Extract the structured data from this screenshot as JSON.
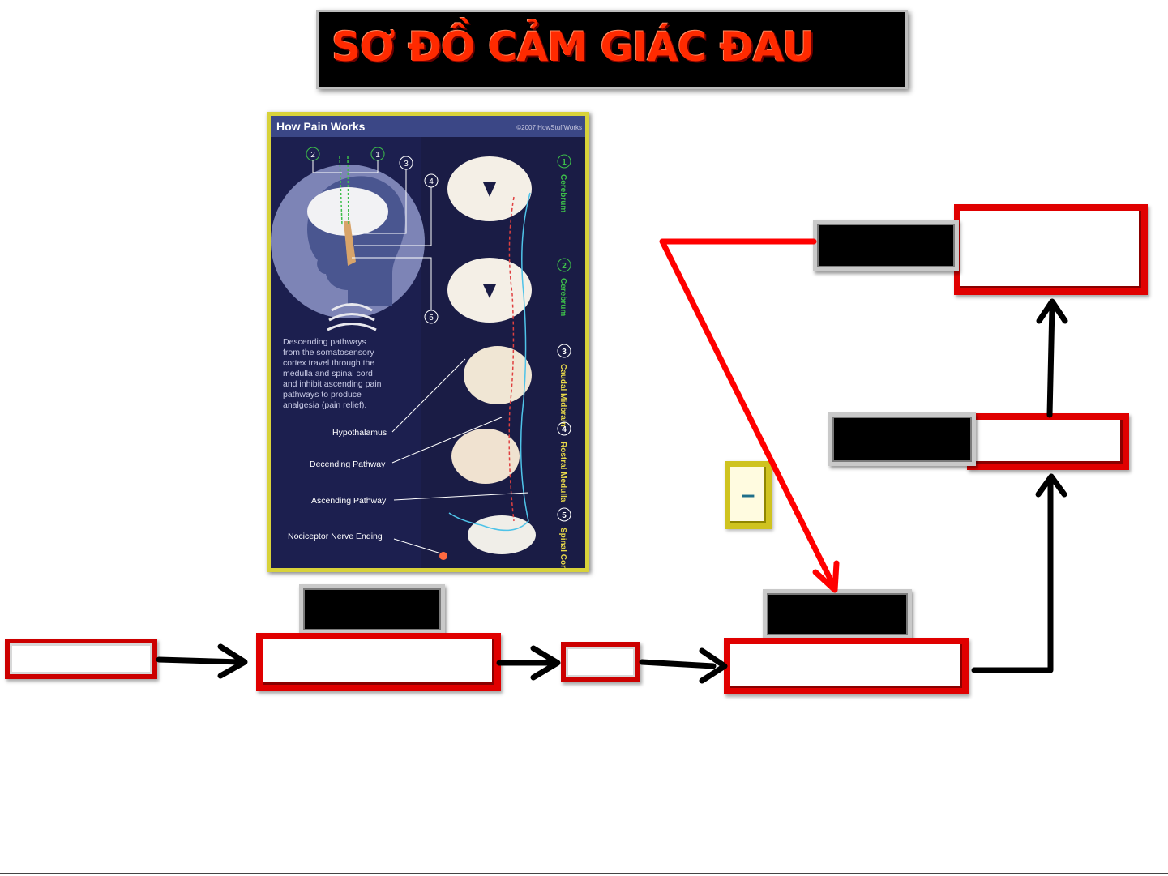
{
  "title": "SƠ ĐỒ CẢM GIÁC ĐAU",
  "illustration": {
    "header": "How Pain Works",
    "copyright": "©2007 HowStuffWorks",
    "stages": [
      {
        "num": "1",
        "label": "Cerebrum"
      },
      {
        "num": "2",
        "label": "Cerebrum"
      },
      {
        "num": "3",
        "label": "Caudal Midbrain"
      },
      {
        "num": "4",
        "label": "Rostral Medulla"
      },
      {
        "num": "5",
        "label": "Spinal Cord"
      }
    ],
    "head_markers": [
      "2",
      "1",
      "3",
      "4",
      "5"
    ],
    "description": [
      "Descending pathways",
      "from the somatosensory",
      "cortex travel through the",
      "medulla and spinal cord",
      "and inhibit ascending pain",
      "pathways to produce",
      "analgesia (pain relief)."
    ],
    "callouts": {
      "hypothalamus": "Hypothalamus",
      "descending": "Decending Pathway",
      "ascending": "Ascending Pathway",
      "nociceptor": "Nociceptor Nerve Ending"
    }
  },
  "minus_sign": "–",
  "colors": {
    "title_red": "#ff2a00",
    "box_red": "#e00000",
    "arrow_red": "#ff0000",
    "arrow_black": "#000000",
    "panel_bg": "#1c1f4f",
    "panel_border": "#d8d23a",
    "stage_green": "#3dbf4a",
    "stage_yellow": "#e8d84a"
  }
}
